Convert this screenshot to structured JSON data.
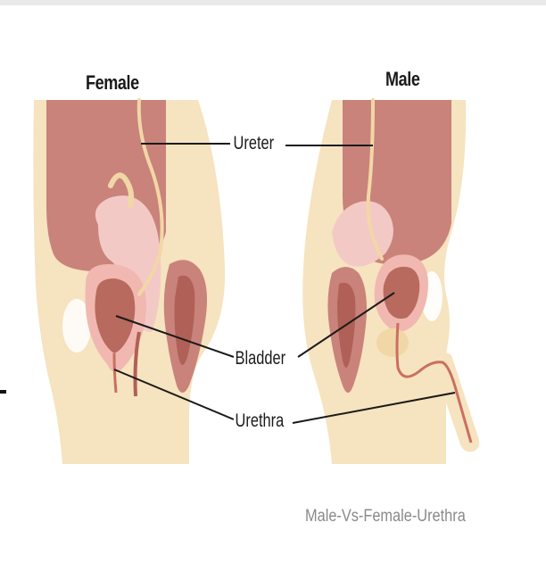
{
  "titles": {
    "female": "Female",
    "male": "Male"
  },
  "labels": {
    "ureter": "Ureter",
    "bladder": "Bladder",
    "urethra": "Urethra"
  },
  "caption": "Male-Vs-Female-Urethra",
  "colors": {
    "skin": "#f6e3bf",
    "organ_dark": "#c9837b",
    "organ_light": "#f3c9c5",
    "cavity": "#b86a5e",
    "duct": "#f2d7a6",
    "leader_line": "#1a1a1a"
  }
}
